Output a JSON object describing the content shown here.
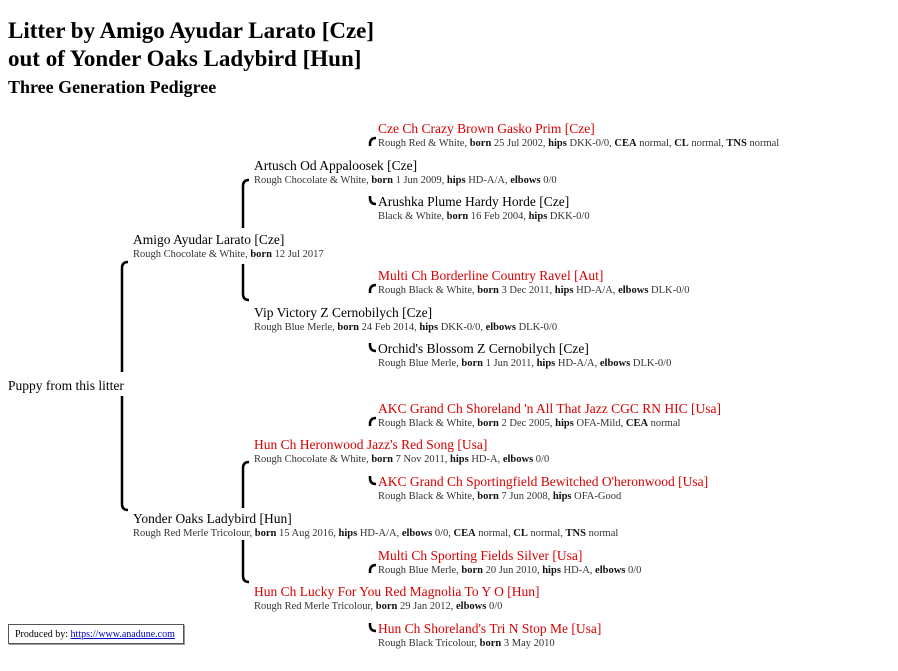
{
  "header": {
    "line1": "Litter by Amigo Ayudar Larato [Cze]",
    "line2": "out of Yonder Oaks Ladybird [Hun]",
    "subtitle": "Three Generation Pedigree"
  },
  "puppy": {
    "label": "Puppy from this litter"
  },
  "dogs": [
    {
      "title": "Cze Ch",
      "name": "Crazy Brown Gasko Prim [Cze]",
      "details": [
        [
          "",
          "Rough Red & White, "
        ],
        [
          "born",
          "25 Jul 2002, "
        ],
        [
          "hips",
          "DKK-0/0, "
        ],
        [
          "CEA",
          "normal, "
        ],
        [
          "CL",
          "normal, "
        ],
        [
          "TNS",
          "normal"
        ]
      ]
    },
    {
      "title": "",
      "name": "Artusch Od Appaloosek [Cze]",
      "details": [
        [
          "",
          "Rough Chocolate & White, "
        ],
        [
          "born",
          "1 Jun 2009, "
        ],
        [
          "hips",
          "HD-A/A, "
        ],
        [
          "elbows",
          "0/0"
        ]
      ]
    },
    {
      "title": "",
      "name": "Arushka Plume Hardy Horde [Cze]",
      "details": [
        [
          "",
          "Black & White, "
        ],
        [
          "born",
          "16 Feb 2004, "
        ],
        [
          "hips",
          "DKK-0/0"
        ]
      ]
    },
    {
      "title": "",
      "name": "Amigo Ayudar Larato [Cze]",
      "details": [
        [
          "",
          "Rough Chocolate & White, "
        ],
        [
          "born",
          "12 Jul 2017"
        ]
      ]
    },
    {
      "title": "Multi Ch",
      "name": "Borderline Country Ravel [Aut]",
      "details": [
        [
          "",
          "Rough Black & White, "
        ],
        [
          "born",
          "3 Dec 2011, "
        ],
        [
          "hips",
          "HD-A/A, "
        ],
        [
          "elbows",
          "DLK-0/0"
        ]
      ]
    },
    {
      "title": "",
      "name": "Vip Victory Z Cernobilych [Cze]",
      "details": [
        [
          "",
          "Rough Blue Merle, "
        ],
        [
          "born",
          "24 Feb 2014, "
        ],
        [
          "hips",
          "DKK-0/0, "
        ],
        [
          "elbows",
          "DLK-0/0"
        ]
      ]
    },
    {
      "title": "",
      "name": "Orchid's Blossom Z Cernobilych [Cze]",
      "details": [
        [
          "",
          "Rough Blue Merle, "
        ],
        [
          "born",
          "1 Jun 2011, "
        ],
        [
          "hips",
          "HD-A/A, "
        ],
        [
          "elbows",
          "DLK-0/0"
        ]
      ]
    },
    {
      "title": "AKC Grand Ch",
      "name": "Shoreland 'n All That Jazz CGC RN HIC [Usa]",
      "details": [
        [
          "",
          "Rough Black & White, "
        ],
        [
          "born",
          "2 Dec 2005, "
        ],
        [
          "hips",
          "OFA-Mild, "
        ],
        [
          "CEA",
          "normal"
        ]
      ]
    },
    {
      "title": "Hun Ch",
      "name": "Heronwood Jazz's Red Song [Usa]",
      "details": [
        [
          "",
          "Rough Chocolate & White, "
        ],
        [
          "born",
          "7 Nov 2011, "
        ],
        [
          "hips",
          "HD-A, "
        ],
        [
          "elbows",
          "0/0"
        ]
      ]
    },
    {
      "title": "AKC Grand Ch",
      "name": "Sportingfield Bewitched O'heronwood [Usa]",
      "details": [
        [
          "",
          "Rough Black & White, "
        ],
        [
          "born",
          "7 Jun 2008, "
        ],
        [
          "hips",
          "OFA-Good"
        ]
      ]
    },
    {
      "title": "",
      "name": "Yonder Oaks Ladybird [Hun]",
      "details": [
        [
          "",
          "Rough Red Merle Tricolour, "
        ],
        [
          "born",
          "15 Aug 2016, "
        ],
        [
          "hips",
          "HD-A/A, "
        ],
        [
          "elbows",
          "0/0, "
        ],
        [
          "CEA",
          "normal, "
        ],
        [
          "CL",
          "normal, "
        ],
        [
          "TNS",
          "normal"
        ]
      ]
    },
    {
      "title": "Multi Ch",
      "name": "Sporting Fields Silver [Usa]",
      "details": [
        [
          "",
          "Rough Blue Merle, "
        ],
        [
          "born",
          "20 Jun 2010, "
        ],
        [
          "hips",
          "HD-A, "
        ],
        [
          "elbows",
          "0/0"
        ]
      ]
    },
    {
      "title": "Hun Ch",
      "name": "Lucky For You Red Magnolia To Y O [Hun]",
      "details": [
        [
          "",
          "Rough Red Merle Tricolour, "
        ],
        [
          "born",
          "29 Jan 2012, "
        ],
        [
          "elbows",
          "0/0"
        ]
      ]
    },
    {
      "title": "Hun Ch",
      "name": "Shoreland's Tri N Stop Me [Usa]",
      "details": [
        [
          "",
          "Rough Black Tricolour, "
        ],
        [
          "born",
          "3 May 2010"
        ]
      ]
    }
  ],
  "footer": {
    "produced_by": "Produced by: ",
    "link": "https://www.anadune.com"
  },
  "colors": {
    "title_red": "#d80000",
    "details_gray": "#333333"
  }
}
